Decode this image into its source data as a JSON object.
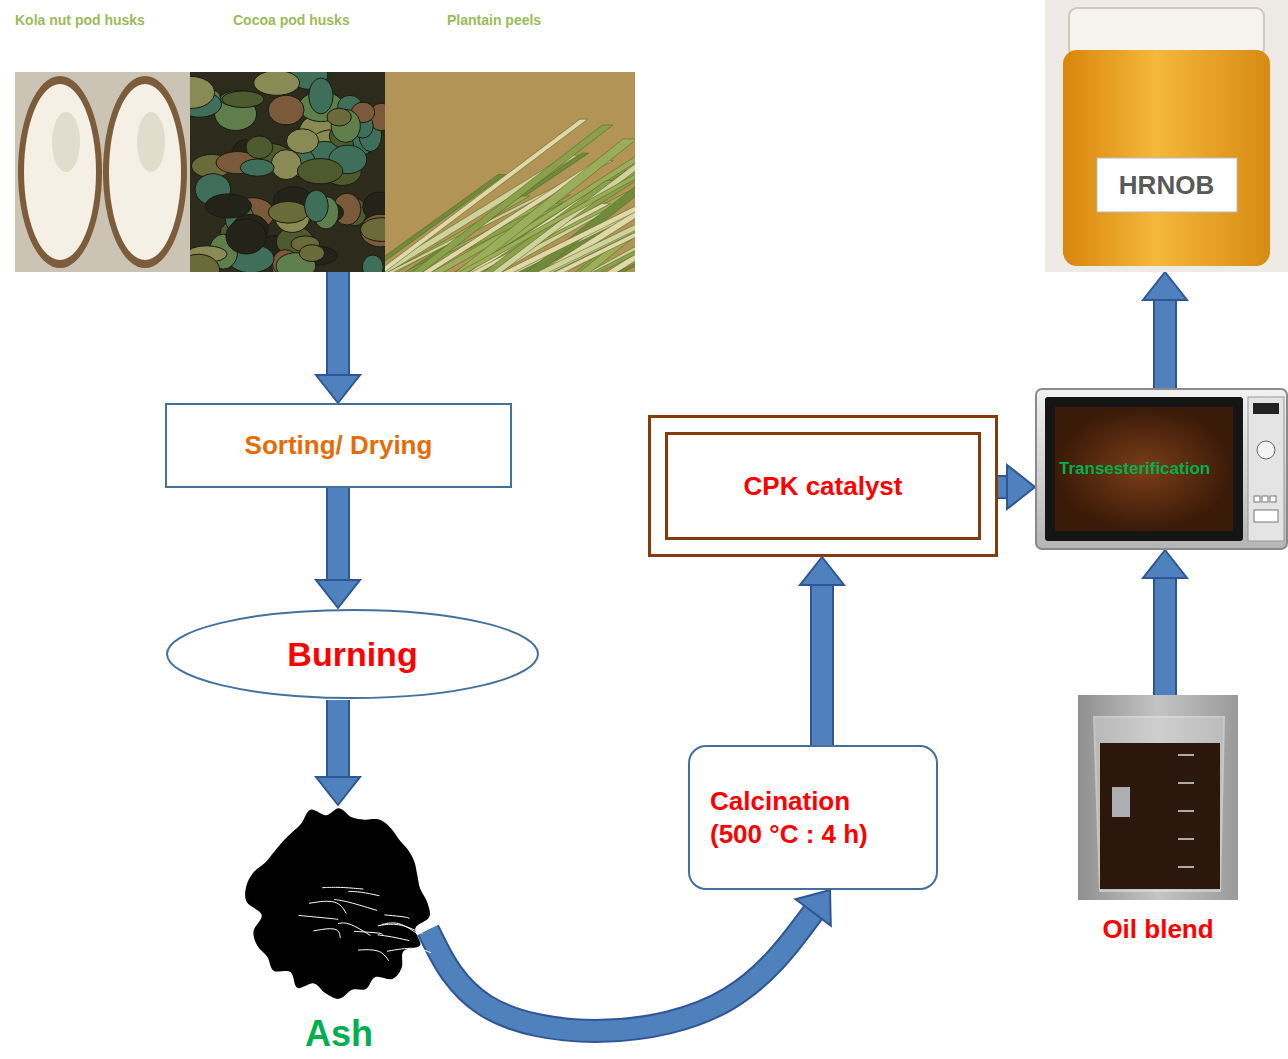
{
  "diagram": {
    "nodes": [
      {
        "text": [
          "Kola nut pod husks",
          "Cocoa pod husks",
          "Plantain peels"
        ]
      },
      {
        "text": [
          "Sorting/ Drying"
        ]
      },
      {
        "text": [
          "Burning"
        ]
      },
      {
        "text": [
          "Ash"
        ]
      },
      {
        "text": [
          "Calcination (500 °C : 4 h)"
        ]
      },
      {
        "text": [
          "CPK catalyst"
        ]
      },
      {
        "text": [
          "Transesterification"
        ]
      },
      {
        "text": [
          "Oil blend"
        ]
      },
      {
        "text": [
          "HRNOB"
        ]
      }
    ],
    "edges": [
      {
        "from": 0,
        "to": 1,
        "arrow": "to"
      },
      {
        "from": 1,
        "to": 2,
        "arrow": "to"
      },
      {
        "from": 2,
        "to": 3,
        "arrow": "to"
      },
      {
        "from": 3,
        "to": 4,
        "arrow": "to"
      },
      {
        "from": 4,
        "to": 5,
        "arrow": "to"
      },
      {
        "from": 5,
        "to": 6,
        "arrow": "to"
      },
      {
        "from": 7,
        "to": 6,
        "arrow": "to"
      },
      {
        "from": 6,
        "to": 8,
        "arrow": "to"
      }
    ]
  }
}
